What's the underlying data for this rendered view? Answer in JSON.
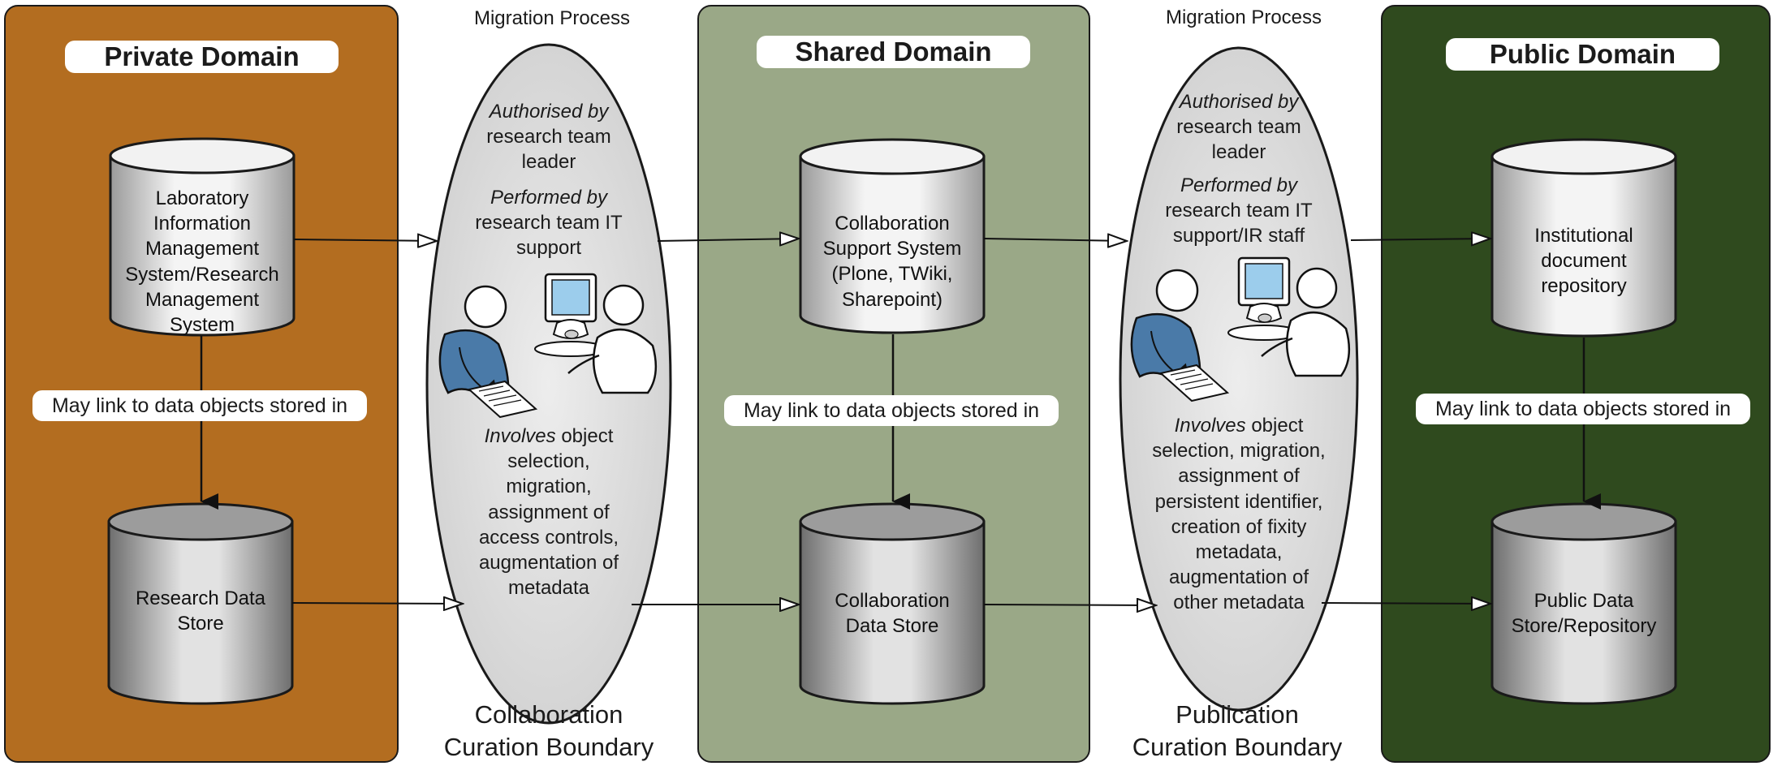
{
  "colors": {
    "private": "#b36d20",
    "shared": "#9aa887",
    "public": "#2f4a1e",
    "ellipse": "#e6e6e6",
    "cyl_light": "#eeeeee",
    "cyl_dark": "#8c8c8c",
    "person_blue": "#4a7aa8",
    "screen_blue": "#9ccdec"
  },
  "domains": {
    "private": {
      "title": "Private Domain",
      "top_db": "Laboratory\nInformation\nManagement\nSystem/Research\nManagement\nSystem",
      "link": "May link to data objects stored in",
      "bottom_db": "Research Data\nStore"
    },
    "shared": {
      "title": "Shared Domain",
      "top_db": "Collaboration\nSupport System\n(Plone, TWiki,\nSharepoint)",
      "link": "May link to data objects stored in",
      "bottom_db": "Collaboration\nData Store"
    },
    "public": {
      "title": "Public Domain",
      "top_db": "Institutional\ndocument\nrepository",
      "link": "May link to data objects stored in",
      "bottom_db": "Public Data\nStore/Repository"
    }
  },
  "processes": {
    "collab": {
      "header": "Migration Process",
      "authorised_lead": "Authorised by",
      "authorised_rest": "research team\nleader",
      "performed_lead": "Performed by",
      "performed_rest": "research team IT\nsupport",
      "involves_lead": "Involves",
      "involves_rest": "object\nselection,\nmigration,\nassignment of\naccess controls,\naugmentation of\nmetadata",
      "boundary": "Collaboration\nCuration Boundary"
    },
    "public": {
      "header": "Migration Process",
      "authorised_lead": "Authorised by",
      "authorised_rest": "research team\nleader",
      "performed_lead": "Performed by",
      "performed_rest": "research team IT\nsupport/IR staff",
      "involves_lead": "Involves",
      "involves_rest": "object\nselection, migration,\nassignment of\npersistent identifier,\ncreation of fixity\nmetadata,\naugmentation of\nother metadata",
      "boundary": "Publication\nCuration Boundary"
    }
  }
}
